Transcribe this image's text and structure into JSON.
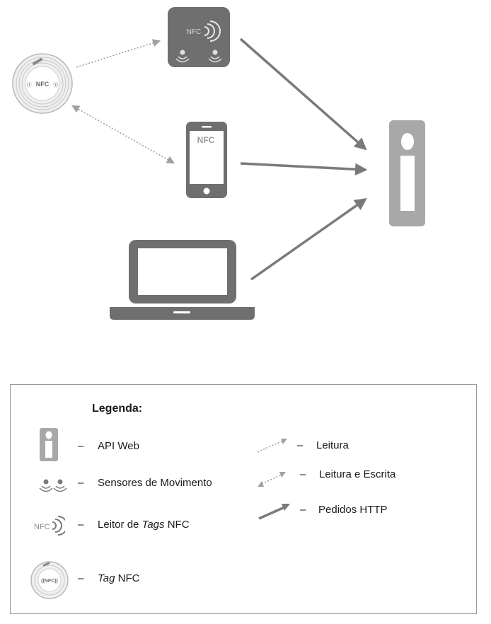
{
  "diagram": {
    "nfc_tag_text": "NFC",
    "reader_text": "NFC",
    "phone_screen_text": "NFC"
  },
  "legend": {
    "title": "Legenda:",
    "dash": "–",
    "items": {
      "api_web": "API Web",
      "motion_sensors": "Sensores de Movimento",
      "reader_prefix": "Leitor de ",
      "reader_italic": "Tags",
      "reader_suffix": " NFC",
      "tag_italic": "Tag",
      "tag_suffix": " NFC",
      "read": "Leitura",
      "read_write": "Leitura e Escrita",
      "http": "Pedidos HTTP"
    }
  },
  "colors": {
    "device_gray": "#6f6f6f",
    "api_gray": "#a8a8a8",
    "arrow_gray": "#7a7a7a",
    "dotted_gray": "#a0a0a0"
  },
  "icons": [
    "nfc-tag-icon",
    "nfc-reader-icon",
    "smartphone-icon",
    "laptop-icon",
    "api-web-icon",
    "motion-sensor-icon"
  ]
}
